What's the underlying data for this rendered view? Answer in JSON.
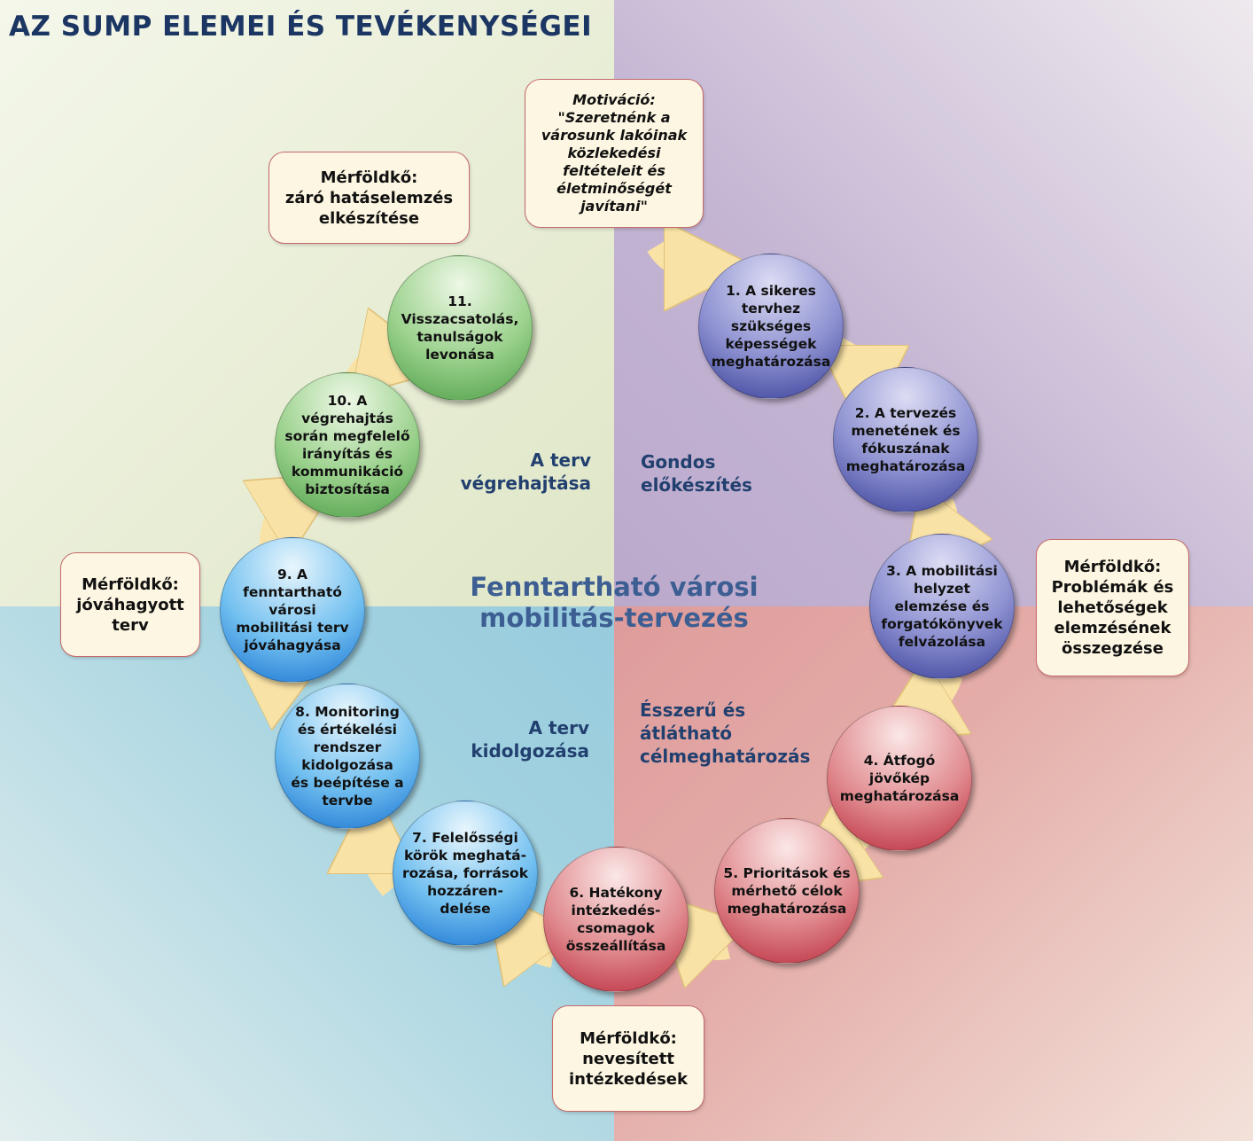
{
  "title": "AZ SUMP ELEMEI ÉS TEVÉKENYSÉGEI",
  "center_title": "Fenntartható városi\nmobilitás-tervezés",
  "phases": {
    "preparation": "Gondos\nelőkészítés",
    "goals": "Ésszerű és\nátlátható\ncélmeghatározás",
    "elaboration": "A terv\nkidolgozása",
    "implementation": "A terv\nvégrehajtása"
  },
  "motivation": "Motiváció:\n\"Szeretnénk a\nvárosunk lakóinak\nközlekedési\nfeltételeit és\nédetminőségét\njavítani\"",
  "milestones": {
    "impact": "Mérföldkő:\nzáró hatáselemzés\nelkészítése",
    "approved": "Mérföldkő:\njóváhagyott\nterv",
    "problems": "Mérföldkő:\nProblémák és\nlehetőségek\nelemzésének\nösszegzése",
    "measures": "Mérföldkő:\nnevesített\nintézkedések"
  },
  "steps": [
    "1. A sikeres\ntervhez\nszükséges\nképességek\nmeghatározása",
    "2. A tervezés\nmenetének és\nfókuszának\nmeghatározása",
    "3. A mobilitási\nhelyzet\nelemzése és\nforgatókönyvek\nfelvázolása",
    "4. Átfogó\njövőkép\nmeghatározása",
    "5. Prioritások és\nmérhető célok\nmeghatározása",
    "6. Hatékony\nintézkedés-\ncsomagok\nösszeállítása",
    "7. Felelősségi\nkörök meghatá-\nrozása, források\nhozzáren-\ndelése",
    "8. Monitoring\nés értékelési\nrendszer\nkidolgozása\nés beépítése a\ntervbe",
    "9. A\nfenntartható\nvárosi\nmobilitási terv\njóváhagyása",
    "10. A\nvégrehajtás\nsorán megfelelő\nirányítás és\nkommunikáció\nbiztosítása",
    "11.\nVisszacsatolás,\ntanulságok\nlevonása"
  ],
  "colors": {
    "arrow": "#f9e2a6",
    "title": "#1c3664"
  }
}
